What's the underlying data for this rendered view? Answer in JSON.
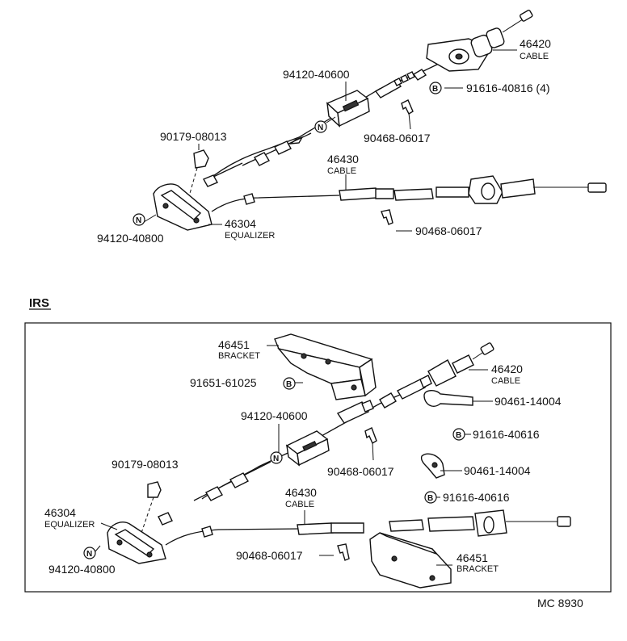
{
  "top": {
    "cable_46420": {
      "number": "46420",
      "desc": "CABLE"
    },
    "bolt_91616": {
      "badge": "B",
      "number": "91616-40816 (4)"
    },
    "nut_94120_40600": {
      "badge": "N",
      "number": "94120-40600"
    },
    "clip_90468_a": {
      "number": "90468-06017"
    },
    "bushing_90179": {
      "number": "90179-08013"
    },
    "cable_46430": {
      "number": "46430",
      "desc": "CABLE"
    },
    "equalizer_46304": {
      "number": "46304",
      "desc": "EQUALIZER"
    },
    "nut_94120_40800": {
      "badge": "N",
      "number": "94120-40800"
    },
    "clip_90468_b": {
      "number": "90468-06017"
    }
  },
  "irs": {
    "heading": "IRS",
    "bracket_upper": {
      "number": "46451",
      "desc": "BRACKET"
    },
    "bolt_91651": {
      "badge": "B",
      "number": "91651-61025"
    },
    "cable_46420": {
      "number": "46420",
      "desc": "CABLE"
    },
    "clip_90461_a": {
      "number": "90461-14004"
    },
    "nut_94120_40600": {
      "badge": "N",
      "number": "94120-40600"
    },
    "bolt_91616_a": {
      "badge": "B",
      "number": "91616-40616"
    },
    "bushing_90179": {
      "number": "90179-08013"
    },
    "clip_90468_a": {
      "number": "90468-06017"
    },
    "clip_90461_b": {
      "number": "90461-14004"
    },
    "bolt_91616_b": {
      "badge": "B",
      "number": "91616-40616"
    },
    "equalizer_46304": {
      "number": "46304",
      "desc": "EQUALIZER"
    },
    "cable_46430": {
      "number": "46430",
      "desc": "CABLE"
    },
    "bracket_lower": {
      "number": "46451",
      "desc": "BRACKET"
    },
    "clip_90468_b": {
      "number": "90468-06017"
    },
    "nut_94120_40800": {
      "badge": "N",
      "number": "94120-40800"
    }
  },
  "figure_code": "MC 8930"
}
